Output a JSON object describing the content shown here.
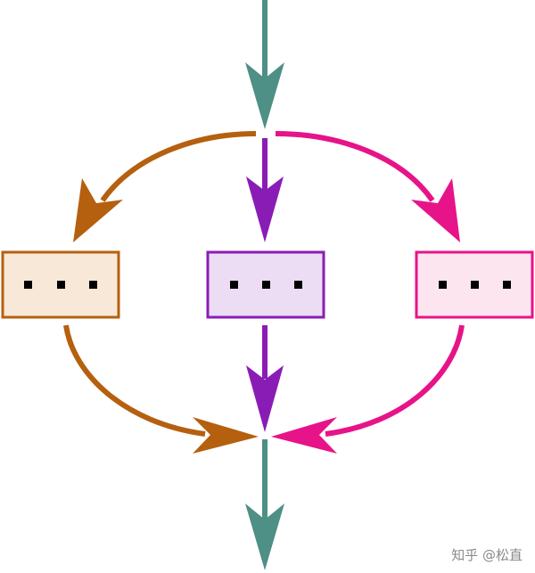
{
  "colors": {
    "teal": "#4e8f86",
    "orange": "#b5600f",
    "purple": "#8a1cb6",
    "magenta": "#e61488",
    "box_left_fill": "#f8e8d8",
    "box_mid_fill": "#ecddf4",
    "box_right_fill": "#fde5f0",
    "dot": "#000000"
  },
  "boxes": [
    {
      "name": "left",
      "label": "..."
    },
    {
      "name": "middle",
      "label": "..."
    },
    {
      "name": "right",
      "label": "..."
    }
  ],
  "watermark": "知乎 @松直"
}
